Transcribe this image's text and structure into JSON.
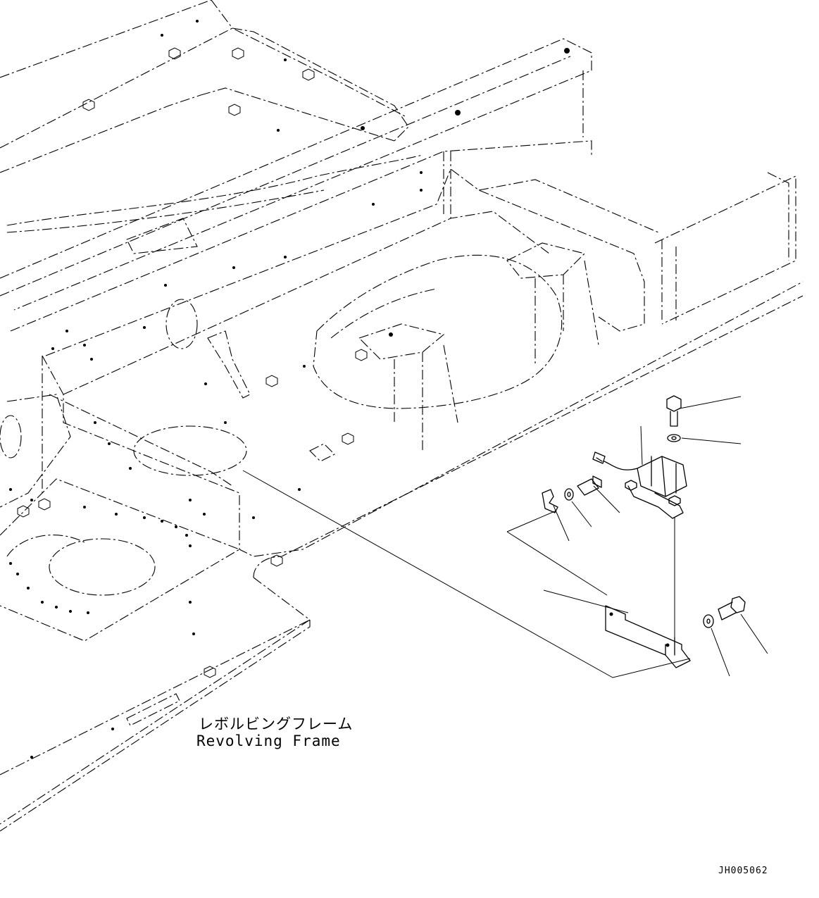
{
  "labels": {
    "part_name_jp": "レボルビングフレーム",
    "part_name_en": "Revolving Frame",
    "drawing_code": "JH005062"
  }
}
